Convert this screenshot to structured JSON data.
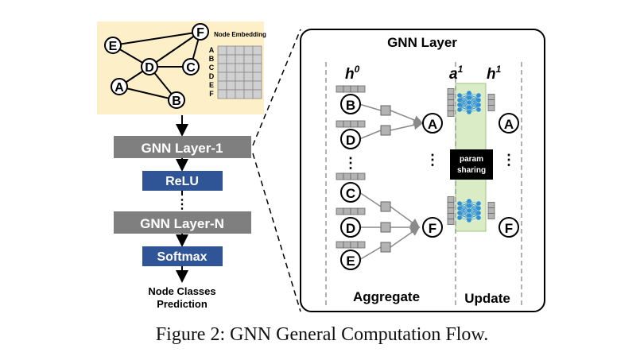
{
  "graph": {
    "nodes": [
      "E",
      "F",
      "D",
      "C",
      "A",
      "B"
    ],
    "embedding_title": "Node Embedding",
    "embedding_rows": [
      "A",
      "B",
      "C",
      "D",
      "E",
      "F"
    ]
  },
  "pipeline": {
    "layer1": "GNN Layer-1",
    "relu": "ReLU",
    "dots": "⋮",
    "layerN": "GNN Layer-N",
    "softmax": "Softmax",
    "output_line1": "Node Classes",
    "output_line2": "Prediction"
  },
  "panel": {
    "title": "GNN Layer",
    "h0": "h",
    "h0_sup": "0",
    "a1": "a",
    "a1_sup": "1",
    "h1": "h",
    "h1_sup": "1",
    "inputs_top": [
      "B",
      "D"
    ],
    "inputs_bottom": [
      "C",
      "D",
      "E"
    ],
    "target_top": "A",
    "target_bottom": "F",
    "out_top": "A",
    "out_bottom": "F",
    "dots": "⋮",
    "param_line1": "param",
    "param_line2": "sharing",
    "aggregate": "Aggregate",
    "update": "Update"
  },
  "caption": "Figure 2: GNN General Computation Flow.",
  "colors": {
    "graph_bg": "#fdefc8",
    "gnn_box": "#7f7f7f",
    "blue_box": "#2f5597",
    "update_band": "#d9ecc5",
    "neuron": "#2e8fd8"
  }
}
